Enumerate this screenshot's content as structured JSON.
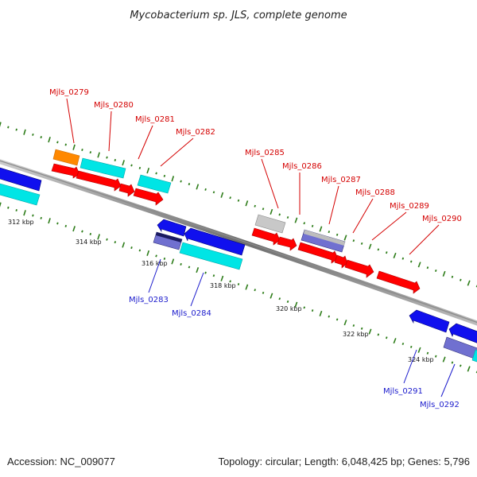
{
  "title": "Mycobacterium sp. JLS, complete genome",
  "footer": {
    "accession": "Accession: NC_009077",
    "summary": "Topology: circular; Length: 6,048,425 bp; Genes: 5,796"
  },
  "colors": {
    "backbone": "#7f7f7f",
    "tick": "#2e7d1a",
    "red": "#ff0000",
    "orange": "#ff8800",
    "cyan": "#00e5e5",
    "blue": "#1010ee",
    "grey": "#b8b8b8",
    "slate": "#7070d0",
    "label_top": "#d40000",
    "label_bottom": "#1a1acc"
  },
  "ticks": [
    "312 kbp",
    "314 kbp",
    "316 kbp",
    "318 kbp",
    "320 kbp",
    "322 kbp",
    "324 kbp"
  ],
  "genes_top": [
    "Mjls_0279",
    "Mjls_0280",
    "Mjls_0281",
    "Mjls_0282",
    "Mjls_0285",
    "Mjls_0286",
    "Mjls_0287",
    "Mjls_0288",
    "Mjls_0289",
    "Mjls_0290"
  ],
  "genes_bottom": [
    "Mjls_0283",
    "Mjls_0284",
    "Mjls_0291",
    "Mjls_0292"
  ]
}
